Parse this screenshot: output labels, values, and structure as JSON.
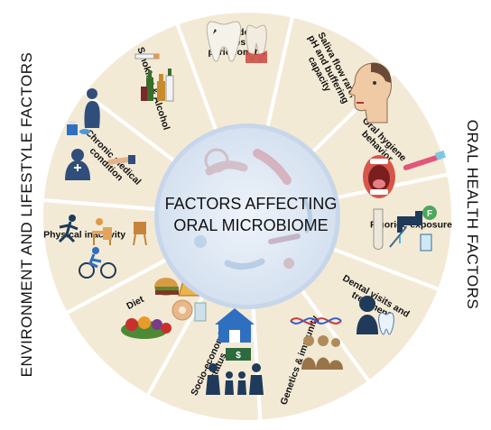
{
  "side_titles": {
    "left": "ENVIRONMENT AND LIFESTYLE FACTORS",
    "right": "ORAL HEALTH FACTORS"
  },
  "center_title": [
    "FACTORS AFFECTING",
    "ORAL MICROBIOME"
  ],
  "sectors": [
    {
      "id": "caries",
      "lines": [
        "Active dental",
        "caries &",
        "periodontitis"
      ],
      "icon": "tooth-decay-icon"
    },
    {
      "id": "saliva",
      "lines": [
        "Saliva flow rare,",
        "pH and buffering",
        "capacity"
      ],
      "icon": "face-profile-icon"
    },
    {
      "id": "hygiene",
      "lines": [
        "Oral hygiene",
        "behavior"
      ],
      "icon": "mouth-toothbrush-icon"
    },
    {
      "id": "fluoride",
      "lines": [
        "Fluoride exposure"
      ],
      "icon": "tap-fluoride-icon"
    },
    {
      "id": "dental-visits",
      "lines": [
        "Dental visits and",
        "treatment"
      ],
      "icon": "dentist-icon"
    },
    {
      "id": "genetics",
      "lines": [
        "Genetics & immunity"
      ],
      "icon": "dna-family-icon"
    },
    {
      "id": "socio",
      "lines": [
        "Socio-economic",
        "status"
      ],
      "icon": "house-family-icon"
    },
    {
      "id": "diet",
      "lines": [
        "Diet"
      ],
      "icon": "food-icon"
    },
    {
      "id": "physical",
      "lines": [
        "Physical inactivity"
      ],
      "icon": "runner-cyclist-icon"
    },
    {
      "id": "chronic",
      "lines": [
        "Chronic medical",
        "condition"
      ],
      "icon": "doctor-pills-icon"
    },
    {
      "id": "smoking",
      "lines": [
        "Smoking & Alcohol"
      ],
      "icon": "cigarette-bottles-icon"
    }
  ],
  "colors": {
    "sector_fill": "#f3ead6",
    "sector_border": "#ffffff",
    "center_fill": "#dce6f3",
    "center_ring": "#c7d6ea",
    "text": "#111111"
  }
}
